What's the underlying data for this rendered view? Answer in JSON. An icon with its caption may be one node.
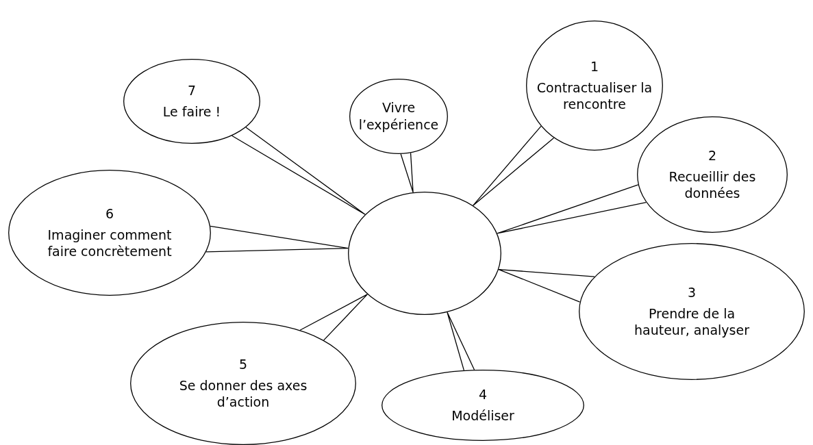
{
  "diagram": {
    "nodes": [
      {
        "text": [
          "7",
          "Le faire !"
        ]
      },
      {
        "text": [
          "1",
          "Contractualiser la rencontre"
        ]
      },
      {
        "text": [
          "Vivre l’expérience"
        ]
      },
      {
        "text": [
          "2",
          "Recueillir des données"
        ]
      },
      {
        "text": [
          "6",
          "Imaginer comment faire concrètement"
        ]
      },
      {
        "text": [],
        "shape": "circle"
      },
      {
        "text": [
          "3",
          "Prendre de la hauteur, analyser"
        ]
      },
      {
        "text": [
          "5",
          "Se donner des axes d’action"
        ]
      },
      {
        "text": [
          "4",
          "Modéliser"
        ]
      }
    ],
    "edges": [
      {
        "from": 0,
        "to": 5,
        "arrow": "none"
      },
      {
        "from": 1,
        "to": 5,
        "arrow": "none"
      },
      {
        "from": 2,
        "to": 5,
        "arrow": "none"
      },
      {
        "from": 3,
        "to": 5,
        "arrow": "none"
      },
      {
        "from": 4,
        "to": 5,
        "arrow": "none"
      },
      {
        "from": 6,
        "to": 5,
        "arrow": "none"
      },
      {
        "from": 7,
        "to": 5,
        "arrow": "none"
      },
      {
        "from": 8,
        "to": 5,
        "arrow": "none"
      }
    ]
  }
}
